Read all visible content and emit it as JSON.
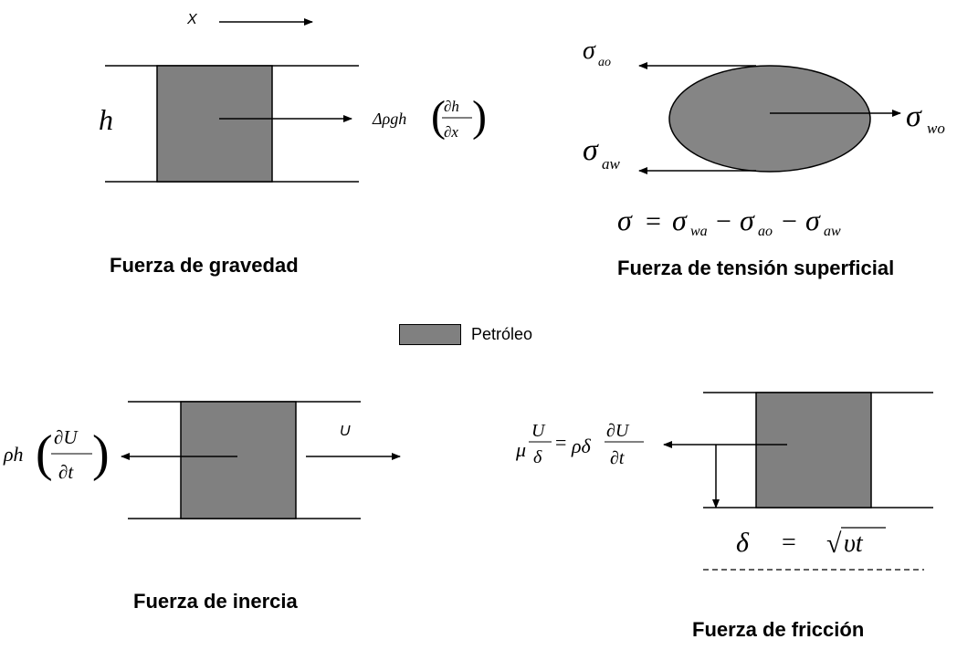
{
  "colors": {
    "oil_fill": "#808080",
    "ellipse_fill": "#858585",
    "line": "#000000",
    "background": "#ffffff"
  },
  "legend": {
    "label": "Petróleo"
  },
  "gravity": {
    "caption": "Fuerza de gravedad",
    "axis_label": "X",
    "height_label": "h",
    "formula": {
      "prefix": "Δρgh",
      "numerator": "∂h",
      "denominator": "∂x"
    }
  },
  "surface_tension": {
    "caption": "Fuerza de tensión superficial",
    "sigma": "σ",
    "subscripts": {
      "ao": "ao",
      "aw": "aw",
      "wo": "wo",
      "wa": "wa"
    },
    "equation": {
      "lhs": "σ",
      "eq": "=",
      "minus": "−"
    }
  },
  "inertia": {
    "caption": "Fuerza de inercia",
    "velocity_label": "U",
    "formula": {
      "prefix": "ρh",
      "numerator": "∂U",
      "denominator": "∂t"
    }
  },
  "friction": {
    "caption": "Fuerza de fricción",
    "formula": {
      "mu": "μ",
      "num": "U",
      "den": "δ",
      "eq": "=",
      "rho": "ρδ",
      "dnum": "∂U",
      "dden": "∂t"
    },
    "delta": {
      "symbol": "δ",
      "eq": "=",
      "root": "√",
      "arg": "υt"
    }
  }
}
